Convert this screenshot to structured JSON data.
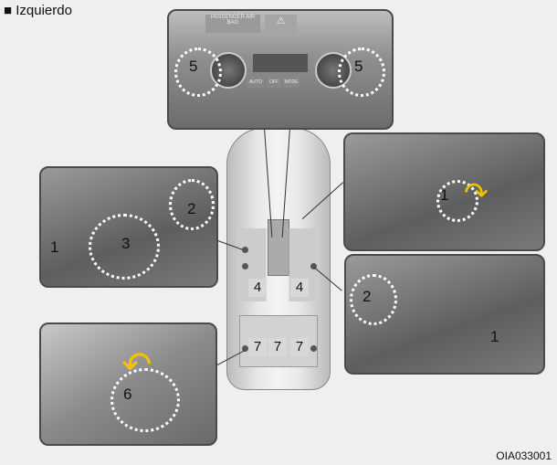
{
  "heading": {
    "bullet": "■",
    "label": "Izquierdo"
  },
  "console": {
    "airbag_label": "PASSENGER AIR BAG",
    "buttons": [
      "AUTO",
      "OFF",
      "MODE"
    ]
  },
  "callouts": {
    "n1": "1",
    "n2": "2",
    "n3": "3",
    "n4": "4",
    "n5": "5",
    "n6": "6",
    "n7": "7"
  },
  "figure_code": "OIA033001"
}
